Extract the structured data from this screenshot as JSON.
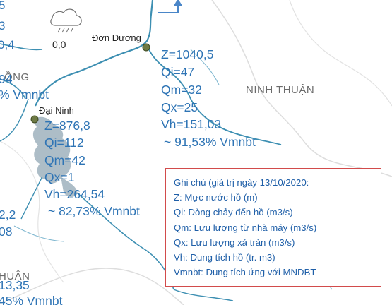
{
  "weather": {
    "rainfall": "0,0",
    "icon": "rain-cloud-icon",
    "left_value_1": "5",
    "left_value_2": "3",
    "left_value_3": "0,4"
  },
  "places": {
    "don_duong": "Đơn Dương",
    "dai_ninh": "Đại Ninh",
    "ninh_thuan": "NINH THUẬN",
    "left_region_fragment": "ỒNG",
    "bottom_region_fragment": "HUẬN"
  },
  "stations": {
    "don_duong": {
      "z": "Z=1040,5",
      "qi": "Qi=47",
      "qm": "Qm=32",
      "qx": "Qx=25",
      "vh": "Vh=151,03",
      "pct": "~ 91,53% Vmnbt"
    },
    "dai_ninh": {
      "z": "Z=876,8",
      "qi": "Qi=112",
      "qm": "Qm=42",
      "qx": "Qx=1",
      "vh": "Vh=264,54",
      "pct": "~ 82,73% Vmnbt"
    },
    "left_top": {
      "number": "94",
      "pct": "% Vmnbt"
    },
    "left_bottom": {
      "line1": "2,2",
      "line2": "08",
      "line3": ")",
      "line4": "13,35",
      "pct": "45% Vmnbt"
    }
  },
  "legend": {
    "title": "Ghi chú (giá trị ngày 13/10/2020:",
    "items": [
      "Z: Mực nước hồ (m)",
      "Qi: Dòng chảy đến hồ (m3/s)",
      "Qm: Lưu lượng từ nhà máy (m3/s)",
      "Qx: Lưu lượng xả tràn (m3/s)",
      "Vh: Dung tích hồ (tr. m3)",
      "Vmnbt: Dung tích ứng với MNDBT"
    ]
  },
  "colors": {
    "river": "#3d8fb2",
    "lake": "#9fb1bd",
    "text": "#2e74b5",
    "legend_border": "#d24b4b",
    "boundary": "#d8d8d8",
    "arrow": "#4a86c8"
  }
}
